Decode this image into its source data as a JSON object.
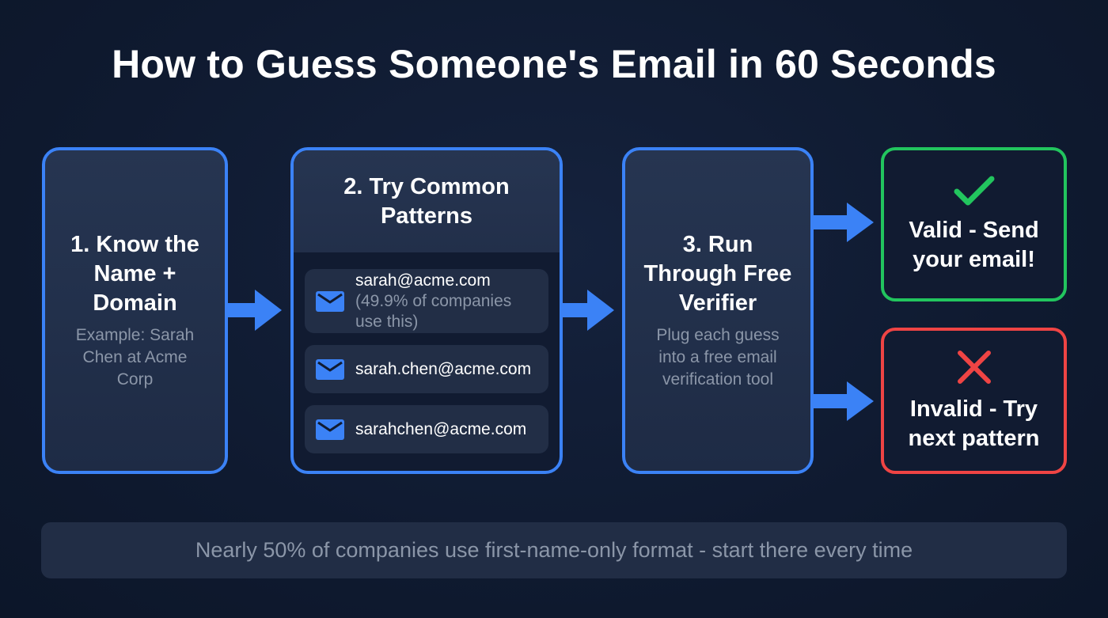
{
  "title": "How to Guess Someone's Email in 60 Seconds",
  "colors": {
    "background": "#0f1a30",
    "accent_blue": "#3b82f6",
    "success_green": "#22c55e",
    "error_red": "#ef4444",
    "muted_text": "#8b96a8"
  },
  "steps": [
    {
      "title": "1. Know the Name + Domain",
      "description": "Example: Sarah Chen at Acme Corp"
    },
    {
      "title": "2. Try Common Patterns",
      "patterns": [
        {
          "icon": "mail-icon",
          "email": "sarah@acme.com",
          "note": "(49.9% of companies use this)"
        },
        {
          "icon": "mail-icon",
          "email": "sarah.chen@acme.com",
          "note": ""
        },
        {
          "icon": "mail-icon",
          "email": "sarahchen@acme.com",
          "note": ""
        }
      ]
    },
    {
      "title": "3. Run Through Free Verifier",
      "description": "Plug each guess into a free email verification tool"
    }
  ],
  "outcomes": {
    "valid": {
      "icon": "check-icon",
      "label": "Valid - Send your email!"
    },
    "invalid": {
      "icon": "x-icon",
      "label": "Invalid - Try next pattern"
    }
  },
  "footer": {
    "tip": "Nearly 50% of companies use first-name-only format - start there every time"
  }
}
